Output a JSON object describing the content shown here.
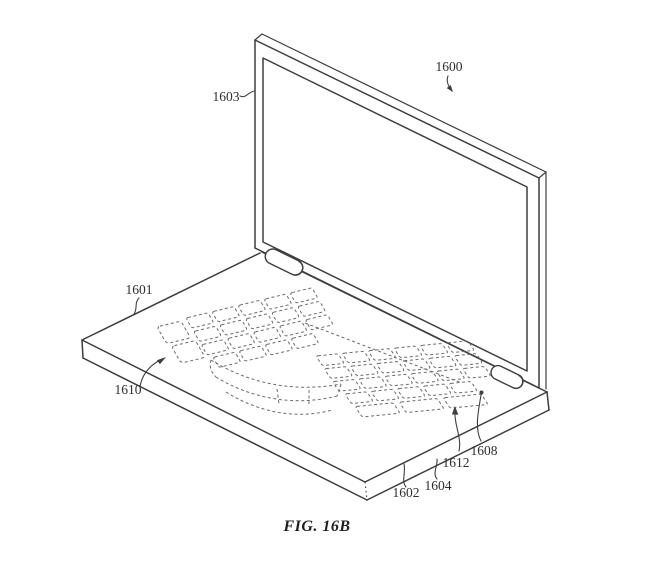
{
  "figure": {
    "caption": "FIG. 16B",
    "colors": {
      "background": "#ffffff",
      "line": "#3d3d3d",
      "keyboard_dash": "#6b6b6b",
      "label_text": "#2e2e2e"
    },
    "labels": {
      "l1600": "1600",
      "l1601": "1601",
      "l1602": "1602",
      "l1603": "1603",
      "l1604": "1604",
      "l1608": "1608",
      "l1610": "1610",
      "l1612": "1612"
    }
  }
}
